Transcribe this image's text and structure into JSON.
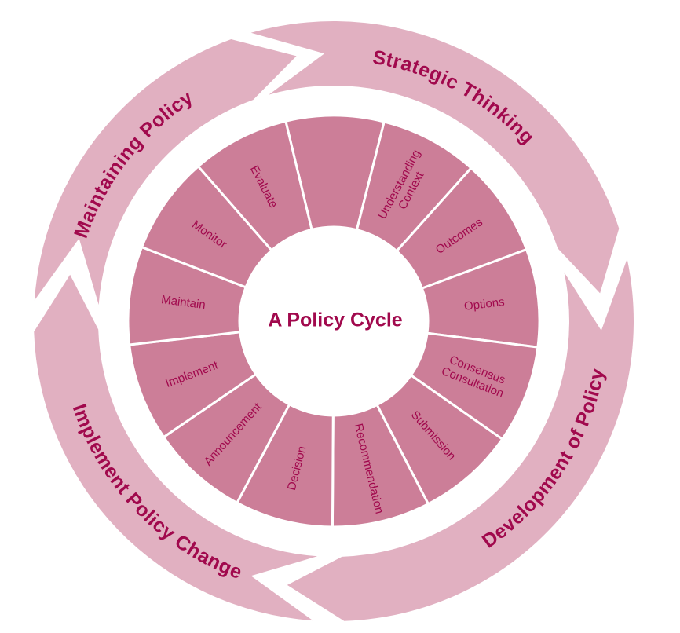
{
  "diagram": {
    "title": "A Policy Cycle",
    "outer_phases": [
      {
        "label": "Strategic Thinking"
      },
      {
        "label": "Development of Policy"
      },
      {
        "label": "Implement Policy Change"
      },
      {
        "label": "Maintaining Policy"
      }
    ],
    "inner_steps": [
      {
        "lines": [
          ""
        ]
      },
      {
        "lines": [
          "Understanding",
          "Context"
        ]
      },
      {
        "lines": [
          "Outcomes"
        ]
      },
      {
        "lines": [
          "Options"
        ]
      },
      {
        "lines": [
          "Consensus",
          "Consultation"
        ]
      },
      {
        "lines": [
          "Submission"
        ]
      },
      {
        "lines": [
          "Recommendation"
        ]
      },
      {
        "lines": [
          "Decision"
        ]
      },
      {
        "lines": [
          "Announcement"
        ]
      },
      {
        "lines": [
          "Implement"
        ]
      },
      {
        "lines": [
          "Maintain"
        ]
      },
      {
        "lines": [
          "Monitor"
        ]
      },
      {
        "lines": [
          "Evaluate"
        ]
      }
    ],
    "colors": {
      "segment_fill": "#cc7e98",
      "segment_divider": "#ffffff",
      "outer_arrow_fill": "#e1b0c1",
      "text": "#a1094d",
      "center_fill": "#ffffff"
    }
  }
}
